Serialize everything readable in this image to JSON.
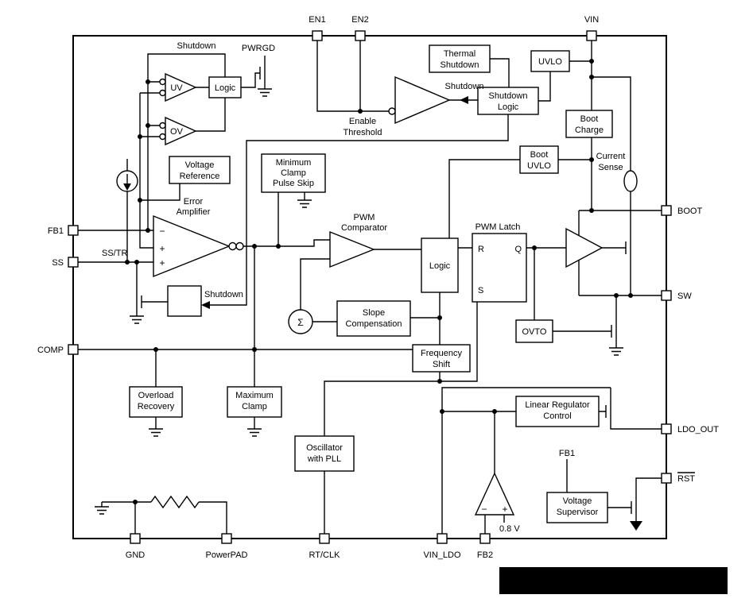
{
  "colors": {
    "stroke": "#000000",
    "background": "#ffffff",
    "block_fill": "#ffffff",
    "redaction": "#000000"
  },
  "pins": {
    "en1": "EN1",
    "en2": "EN2",
    "vin": "VIN",
    "fb1": "FB1",
    "ss": "SS",
    "comp": "COMP",
    "boot": "BOOT",
    "sw": "SW",
    "ldo_out": "LDO_OUT",
    "rst": "RST",
    "gnd": "GND",
    "powerpad": "PowerPAD",
    "rtclk": "RT/CLK",
    "vin_ldo": "VIN_LDO",
    "fb2": "FB2"
  },
  "blocks": {
    "logic_top": "Logic",
    "uv": "UV",
    "ov": "OV",
    "thermal_shutdown_1": "Thermal",
    "thermal_shutdown_2": "Shutdown",
    "shutdown_logic_1": "Shutdown",
    "shutdown_logic_2": "Logic",
    "uvlo": "UVLO",
    "boot_charge_1": "Boot",
    "boot_charge_2": "Charge",
    "boot_uvlo_1": "Boot",
    "boot_uvlo_2": "UVLO",
    "voltage_reference_1": "Voltage",
    "voltage_reference_2": "Reference",
    "min_clamp_1": "Minimum",
    "min_clamp_2": "Clamp",
    "min_clamp_3": "Pulse Skip",
    "logic_mid": "Logic",
    "ovto": "OVTO",
    "slope_comp_1": "Slope",
    "slope_comp_2": "Compensation",
    "freq_shift_1": "Frequency",
    "freq_shift_2": "Shift",
    "overload_1": "Overload",
    "overload_2": "Recovery",
    "max_clamp_1": "Maximum",
    "max_clamp_2": "Clamp",
    "oscillator_1": "Oscillator",
    "oscillator_2": "with PLL",
    "linear_reg_1": "Linear Regulator",
    "linear_reg_2": "Control",
    "supervisor_1": "Voltage",
    "supervisor_2": "Supervisor"
  },
  "labels": {
    "shutdown_top": "Shutdown",
    "pwrgd": "PWRGD",
    "shutdown_signal": "Shutdown",
    "shutdown_small": "Shutdown",
    "enable_threshold_1": "Enable",
    "enable_threshold_2": "Threshold",
    "current_sense_1": "Current",
    "current_sense_2": "Sense",
    "error_amp_1": "Error",
    "error_amp_2": "Amplifier",
    "ss_tr": "SS/TR",
    "pwm_comparator_1": "PWM",
    "pwm_comparator_2": "Comparator",
    "pwm_latch": "PWM Latch",
    "latch_r": "R",
    "latch_q": "Q",
    "latch_s": "S",
    "fb1_internal": "FB1",
    "vref_08": "0.8 V",
    "sigma": "Σ",
    "minus": "−",
    "plus": "+"
  }
}
